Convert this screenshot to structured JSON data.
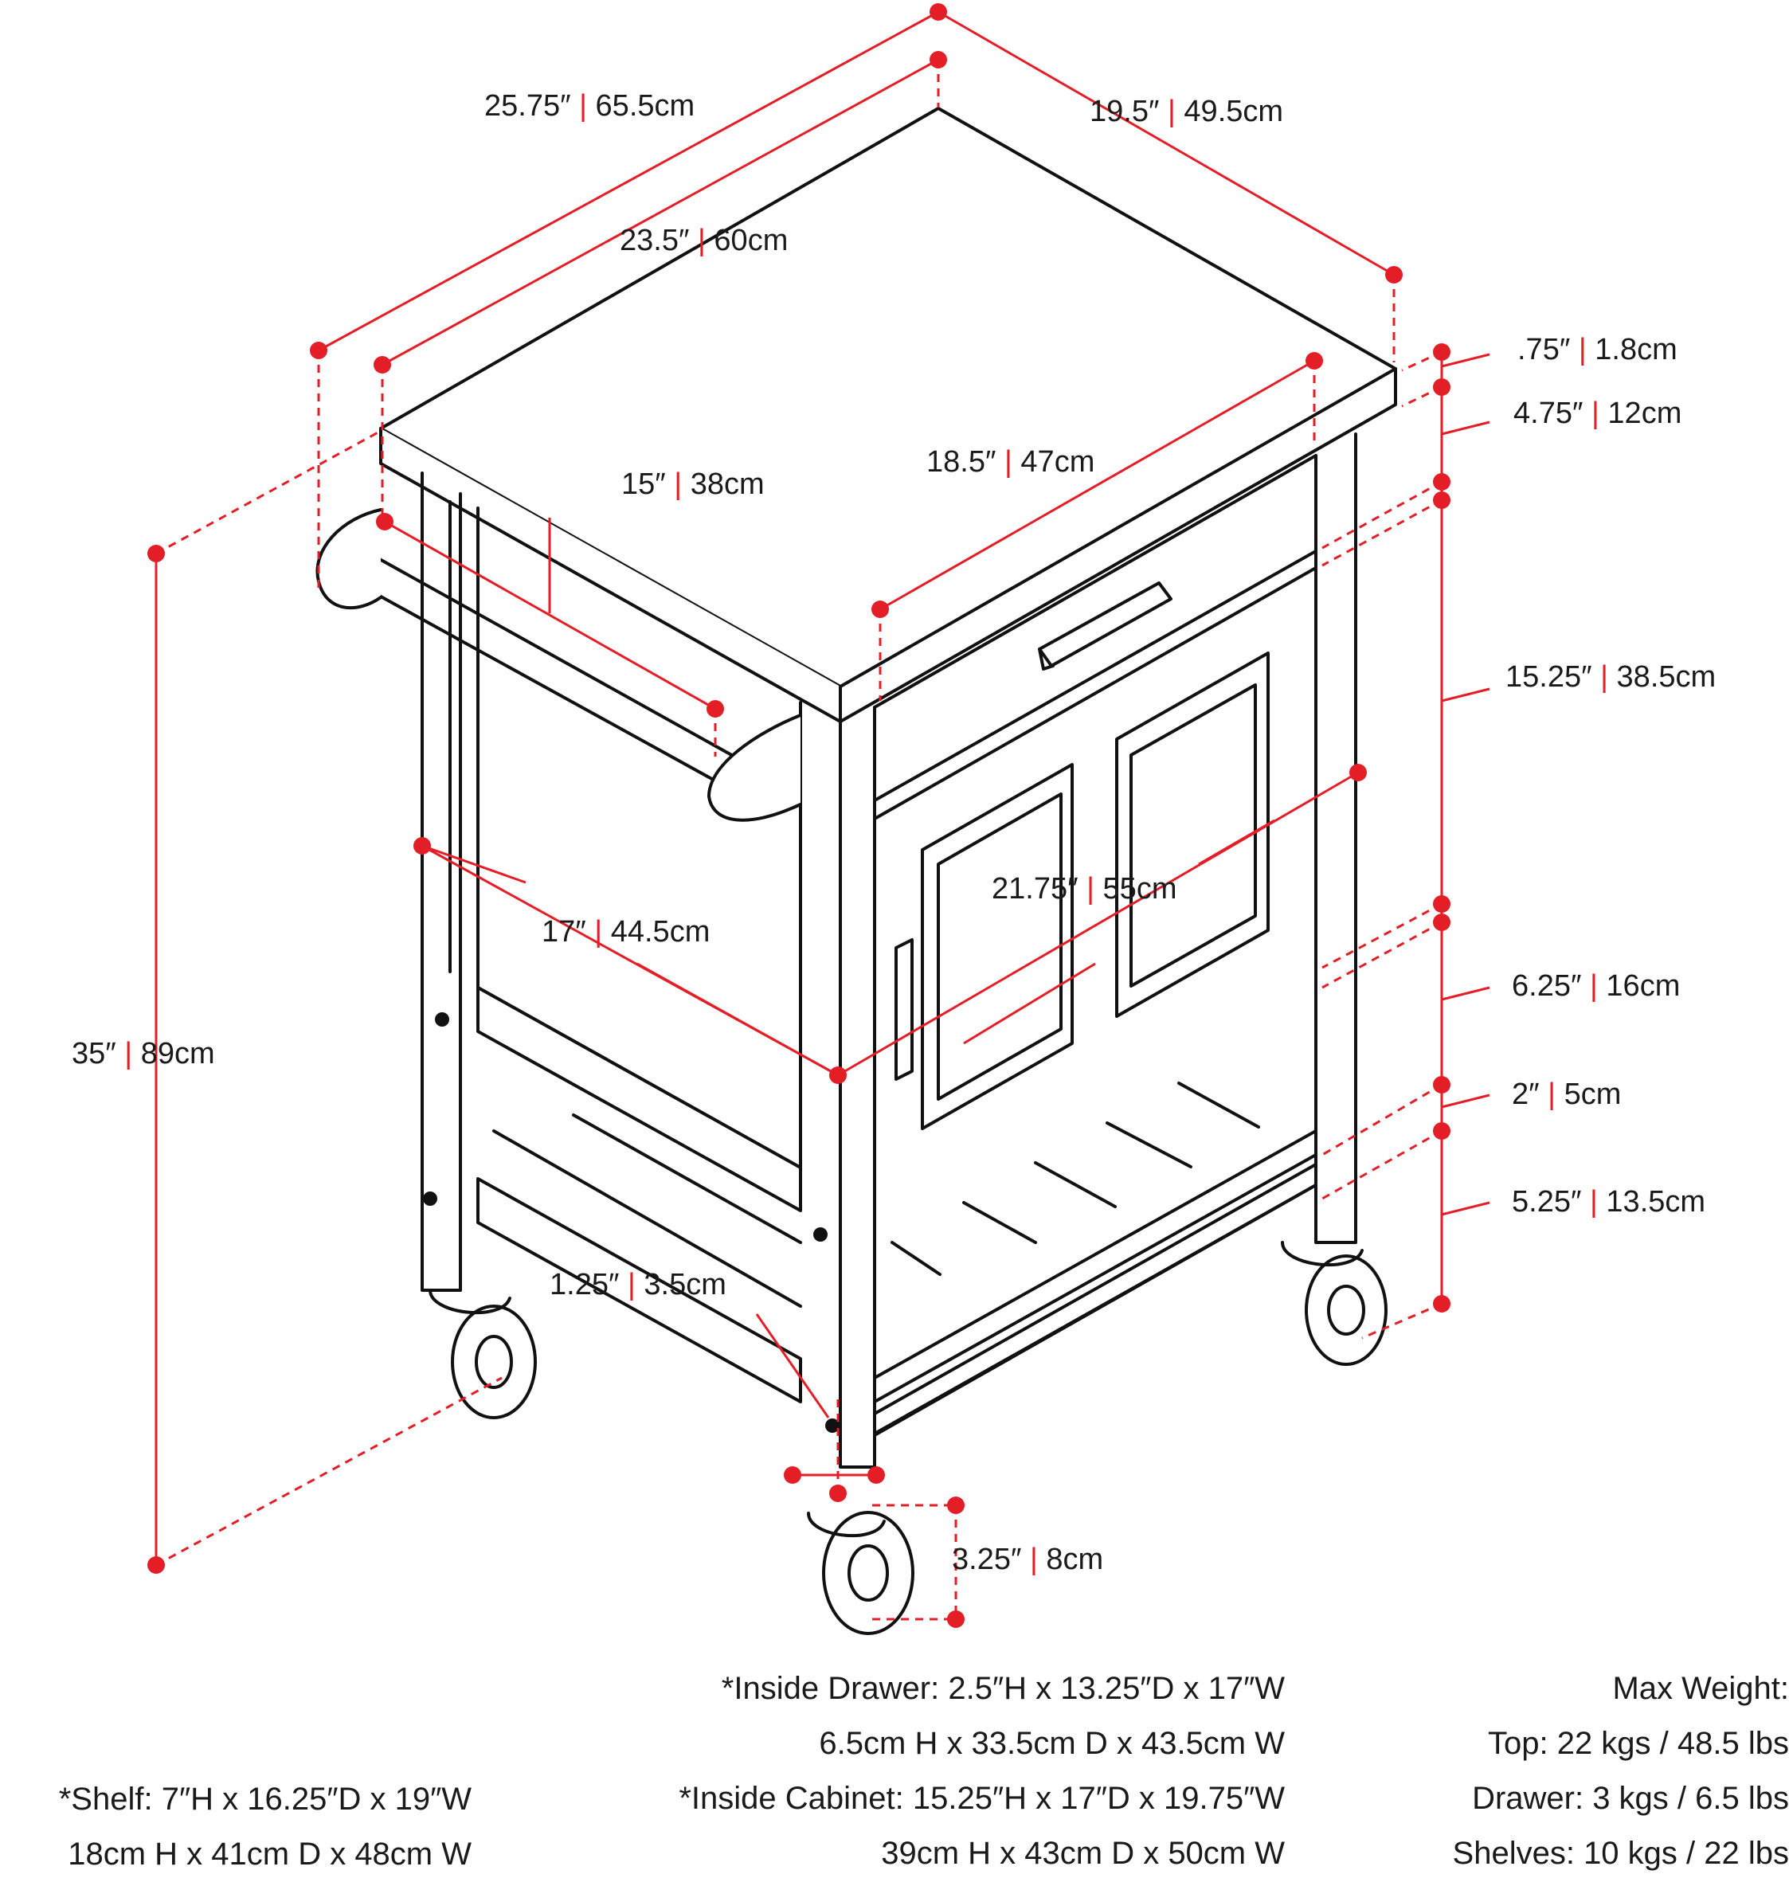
{
  "colors": {
    "line": "#111111",
    "dimension": "#e41e26"
  },
  "dimensions": {
    "top_outer_length": {
      "in": "25.75″",
      "cm": "65.5cm"
    },
    "top_depth": {
      "in": "19.5″",
      "cm": "49.5cm"
    },
    "top_inner_length": {
      "in": "23.5″",
      "cm": "60cm"
    },
    "top_thickness": {
      "in": ".75″",
      "cm": "1.8cm"
    },
    "drawer_height": {
      "in": "4.75″",
      "cm": "12cm"
    },
    "body_width": {
      "in": "18.5″",
      "cm": "47cm"
    },
    "towel_bar_length": {
      "in": "15″",
      "cm": "38cm"
    },
    "cabinet_height": {
      "in": "15.25″",
      "cm": "38.5cm"
    },
    "cabinet_width": {
      "in": "21.75″",
      "cm": "55cm"
    },
    "side_depth": {
      "in": "17″",
      "cm": "44.5cm"
    },
    "total_height": {
      "in": "35″",
      "cm": "89cm"
    },
    "shelf_gap": {
      "in": "6.25″",
      "cm": "16cm"
    },
    "shelf_thickness": {
      "in": "2″",
      "cm": "5cm"
    },
    "leg_bottom": {
      "in": "5.25″",
      "cm": "13.5cm"
    },
    "leg_width": {
      "in": "1.25″",
      "cm": "3.5cm"
    },
    "caster_height": {
      "in": "3.25″",
      "cm": "8cm"
    }
  },
  "notes": {
    "inside_drawer_in": "*Inside Drawer: 2.5″H x 13.25″D x 17″W",
    "inside_drawer_cm": "6.5cm H x 33.5cm D x 43.5cm W",
    "inside_cabinet_in": "*Inside Cabinet: 15.25″H x 17″D x 19.75″W",
    "inside_cabinet_cm": "39cm H x 43cm D x 50cm W",
    "shelf_in": "*Shelf: 7″H x 16.25″D x 19″W",
    "shelf_cm": "18cm H x 41cm D x 48cm W"
  },
  "max_weight": {
    "title": "Max Weight:",
    "top": "Top: 22 kgs / 48.5 lbs",
    "drawer": "Drawer: 3 kgs / 6.5 lbs",
    "shelves": "Shelves: 10 kgs / 22 lbs"
  }
}
